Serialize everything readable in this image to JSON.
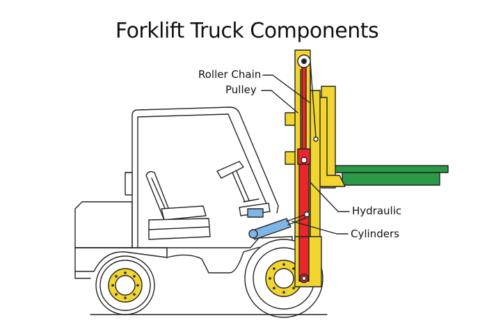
{
  "title": "Forklift Truck Components",
  "labels": {
    "roller_chain": "Roller Chain",
    "pulley": "Pulley",
    "hydraulic": "Hydraulic",
    "cylinders": "Cylinders"
  },
  "colors": {
    "mast": "#f2d52f",
    "hydraulic": "#e8262b",
    "fork": "#2a9a47",
    "tilt_cylinder": "#7fb6e6",
    "outline": "#222222",
    "body": "#ffffff",
    "wheel_hub": "#f2d52f"
  }
}
